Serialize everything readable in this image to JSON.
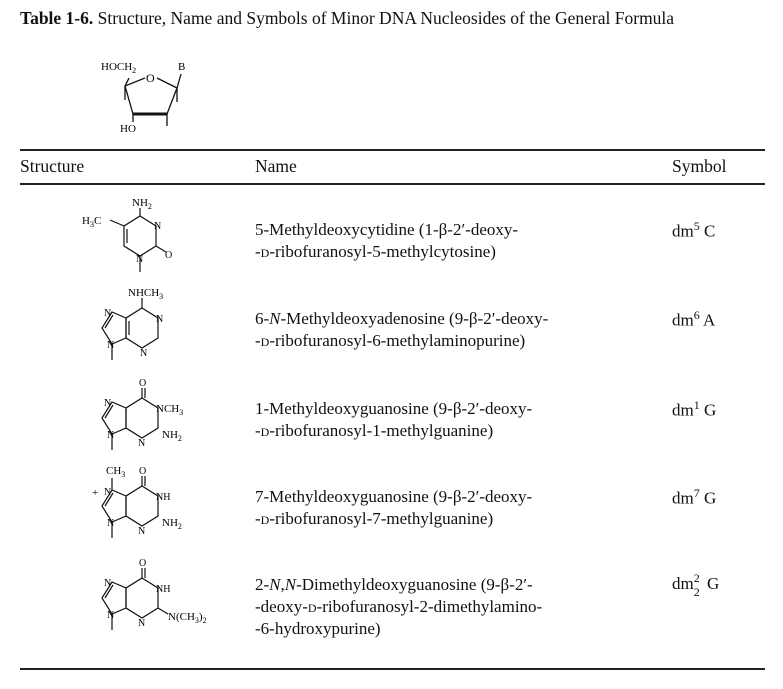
{
  "caption": {
    "label": "Table 1-6.",
    "text": "Structure, Name and Symbols of Minor DNA Nucleosides of the General Formula"
  },
  "general_formula": {
    "hoch2": "HOCH",
    "sub2": "2",
    "o": "O",
    "b": "B",
    "ho": "HO"
  },
  "headers": {
    "structure": "Structure",
    "name": "Name",
    "symbol": "Symbol"
  },
  "rows": [
    {
      "name1": "5-Methyldeoxycytidine (1-β-2′-deoxy-",
      "name2_prefix": "-",
      "name2_d": "d",
      "name2_rest": "-ribofuranosyl-5-methylcytosine)",
      "sym_base": "dm",
      "sym_sup": "5",
      "sym_letter": "C",
      "labels": {
        "nh2": "NH",
        "nh2_sub": "2",
        "h3c": "H",
        "h3c_sub": "3",
        "h3c_c": "C",
        "n": "N",
        "o": "O"
      }
    },
    {
      "name1_pre": "6-",
      "name1_n": "N",
      "name1_rest": "-Methyldeoxyadenosine (9-β-2′-deoxy-",
      "name2_prefix": "-",
      "name2_d": "d",
      "name2_rest": "-ribofuranosyl-6-methylaminopurine)",
      "sym_base": "dm",
      "sym_sup": "6",
      "sym_letter": "A",
      "labels": {
        "nhch3": "NHCH",
        "sub3": "3",
        "n": "N"
      }
    },
    {
      "name1": "1-Methyldeoxyguanosine (9-β-2′-deoxy-",
      "name2_prefix": "-",
      "name2_d": "d",
      "name2_rest": "-ribofuranosyl-1-methylguanine)",
      "sym_base": "dm",
      "sym_sup": "1",
      "sym_letter": "G",
      "labels": {
        "o": "O",
        "nch3": "NCH",
        "sub3": "3",
        "n": "N",
        "nh2": "NH",
        "sub2": "2"
      }
    },
    {
      "name1": "7-Methyldeoxyguanosine (9-β-2′-deoxy-",
      "name2_prefix": "-",
      "name2_d": "d",
      "name2_rest": "-ribofuranosyl-7-methylguanine)",
      "sym_base": "dm",
      "sym_sup": "7",
      "sym_letter": "G",
      "labels": {
        "ch3": "CH",
        "sub3": "3",
        "plus": "+",
        "n": "N",
        "o": "O",
        "nh": "NH",
        "nh2": "NH",
        "sub2": "2"
      }
    },
    {
      "name1_pre": "2-",
      "name1_n1": "N",
      "name1_comma": ",",
      "name1_n2": "N",
      "name1_rest": "-Dimethyldeoxyguanosine (9-β-2′-",
      "name2_pre": "-deoxy-",
      "name2_d": "d",
      "name2_rest": "-ribofuranosyl-2-dimethylamino-",
      "name3": "-6-hydroxypurine)",
      "sym_base": "dm",
      "sym_sup": "2",
      "sym_sub": "2",
      "sym_letter": "G",
      "labels": {
        "o": "O",
        "nh": "NH",
        "n": "N",
        "nme2": "N(CH",
        "sub3": "3",
        "close": ")",
        "sub2": "2"
      }
    }
  ]
}
